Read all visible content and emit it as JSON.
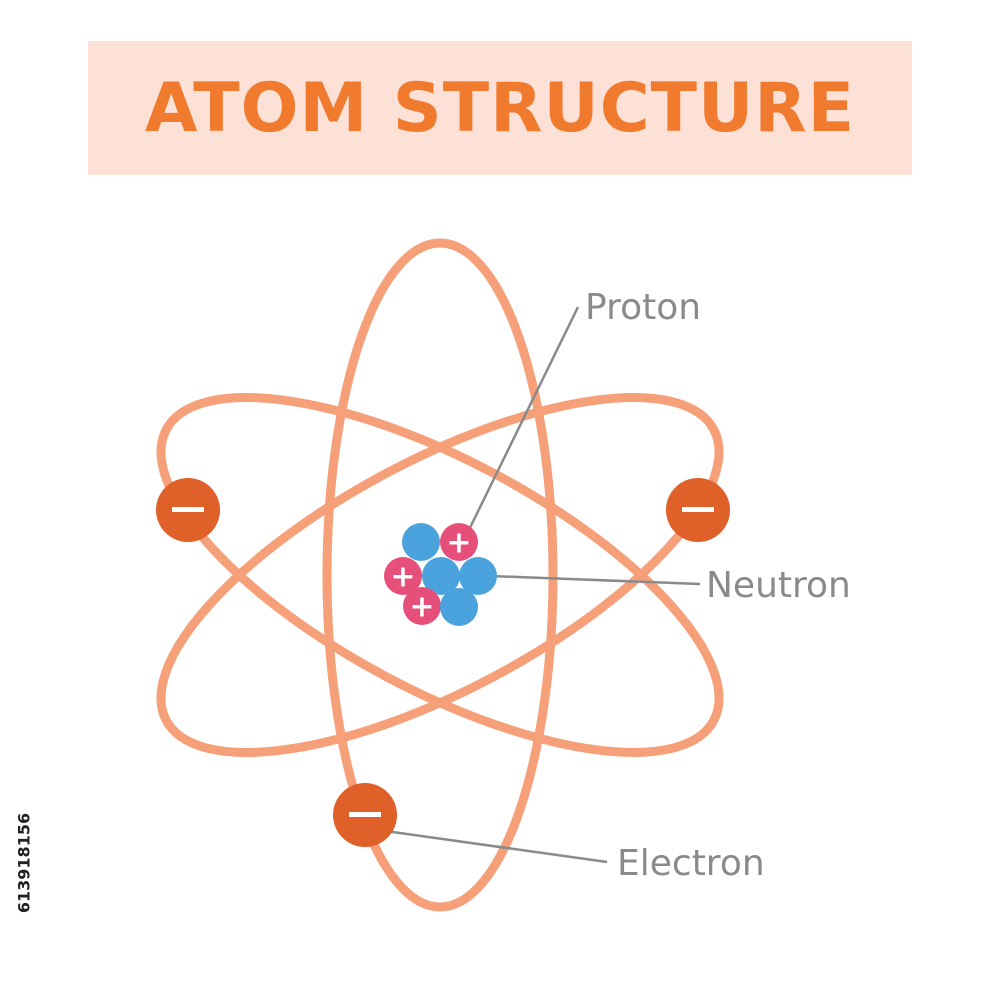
{
  "title": "ATOM STRUCTURE",
  "labels": {
    "proton": "Proton",
    "neutron": "Neutron",
    "electron": "Electron"
  },
  "symbols": {
    "proton_charge": "+",
    "electron_charge": "−"
  },
  "stock_id": "613918156",
  "colors": {
    "title_text": "#f07a2e",
    "title_background": "#fde0d6",
    "orbit": "#f6a07a",
    "electron": "#e0602a",
    "proton": "#e64f7a",
    "neutron": "#4aa3dc",
    "label_text": "#8a8a8a",
    "leader_line": "#8a8a8a"
  }
}
